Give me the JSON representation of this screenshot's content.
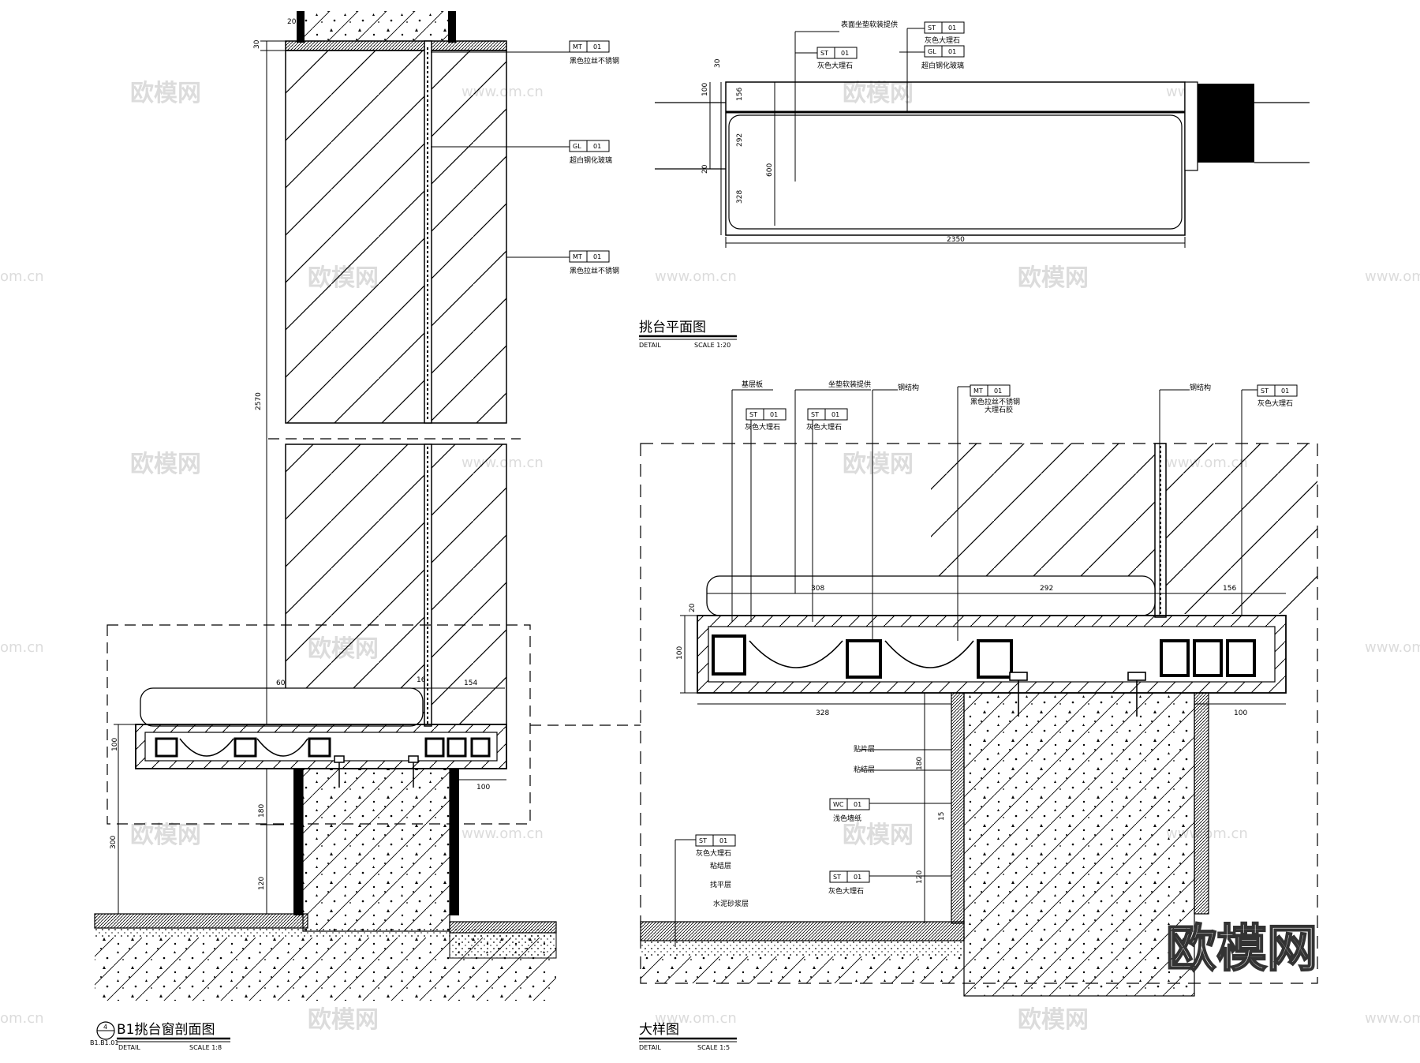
{
  "drawings": {
    "section": {
      "title": "B1挑台窗剖面图",
      "number": "4",
      "ref": "B1.B1.01",
      "detail": "DETAIL",
      "scale": "SCALE  1:8",
      "dims": {
        "top20": "20",
        "top30": "30",
        "height": "2570",
        "d60": "60",
        "d16": "16",
        "d154": "154",
        "d100": "100",
        "d100r": "100",
        "d300": "300",
        "d180": "180",
        "d120": "120"
      },
      "labels": [
        {
          "code": "MT",
          "num": "01",
          "text": "黑色拉丝不锈钢"
        },
        {
          "code": "GL",
          "num": "01",
          "text": "超白钢化玻璃"
        },
        {
          "code": "MT",
          "num": "01",
          "text": "黑色拉丝不锈钢"
        }
      ]
    },
    "plan": {
      "title": "挑台平面图",
      "detail": "DETAIL",
      "scale": "SCALE  1:20",
      "dims": {
        "d30": "30",
        "d100": "100",
        "d156": "156",
        "d292": "292",
        "d20": "20",
        "d600": "600",
        "d328": "328",
        "d2350": "2350"
      },
      "note_top": "表面坐垫软装提供",
      "labels": [
        {
          "code": "ST",
          "num": "01",
          "text": "灰色大理石"
        },
        {
          "code": "ST",
          "num": "01",
          "text": "灰色大理石"
        },
        {
          "code": "GL",
          "num": "01",
          "text": "超白钢化玻璃"
        }
      ]
    },
    "detail": {
      "title": "大样图",
      "detail": "DETAIL",
      "scale": "SCALE  1:5",
      "dims": {
        "d308": "308",
        "d292": "292",
        "d156": "156",
        "d20": "20",
        "d100": "100",
        "d328": "328",
        "d100r": "100",
        "d180": "180",
        "d15": "15",
        "d120": "120"
      },
      "notes": {
        "base": "基层板",
        "cushion": "坐垫软装提供",
        "steel1": "钢结构",
        "steel2": "钢结构",
        "marble_glue": "大理石胶",
        "tile": "贴片层",
        "adhesive": "粘结层",
        "adhesive2": "粘结层",
        "level": "找平层",
        "mortar": "水泥砂浆层"
      },
      "labels": {
        "l1": {
          "code": "ST",
          "num": "01",
          "text": "灰色大理石"
        },
        "l2": {
          "code": "ST",
          "num": "01",
          "text": "灰色大理石"
        },
        "l3": {
          "code": "MT",
          "num": "01",
          "text": "黑色拉丝不锈钢"
        },
        "l4": {
          "code": "ST",
          "num": "01",
          "text": "灰色大理石"
        },
        "wc": {
          "code": "WC",
          "num": "01",
          "text": "浅色墙纸"
        },
        "st5": {
          "code": "ST",
          "num": "01",
          "text": "灰色大理石"
        },
        "st6": {
          "code": "ST",
          "num": "01",
          "text": "灰色大理石"
        }
      }
    }
  },
  "watermark": {
    "brand": "欧模网",
    "url": "www.om.cn",
    "domain": "om.cn"
  }
}
